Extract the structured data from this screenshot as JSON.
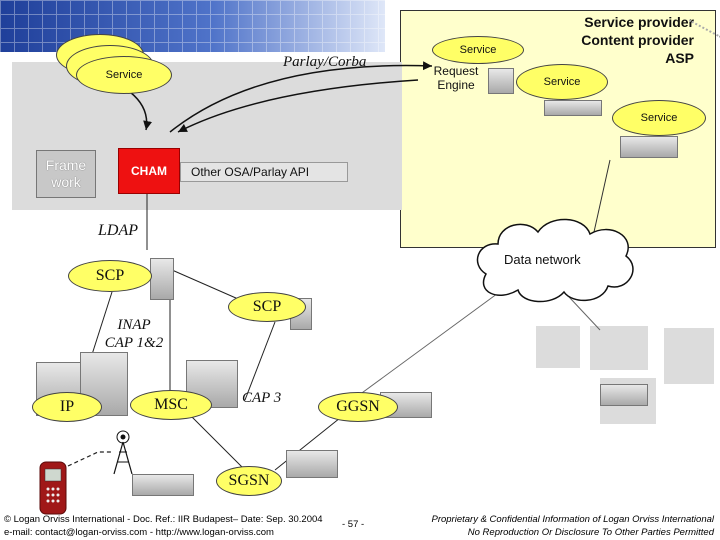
{
  "service_ellipses": {
    "left_stack": "Service",
    "request_top": "Service",
    "sp_right": "Service",
    "sp_lower": "Service"
  },
  "labels": {
    "parlay_corba": "Parlay/Corba",
    "request_engine": "Request\nEngine",
    "service_provider": "Service provider",
    "content_provider": "Content provider",
    "asp": "ASP",
    "framework": "Frame\nwork",
    "cham": "CHAM",
    "other_osa": "Other OSA/Parlay API",
    "ldap": "LDAP",
    "data_network": "Data network",
    "scp_left": "SCP",
    "scp_mid": "SCP",
    "inap": "INAP\nCAP 1&2",
    "ip": "IP",
    "msc": "MSC",
    "cap3": "CAP 3",
    "ggsn": "GGSN",
    "sgsn": "SGSN"
  },
  "footer": {
    "left_line1": "© Logan Orviss International - Doc. Ref.: IIR Budapest– Date: Sep. 30.2004",
    "page": "- 57 -",
    "left_line2": "e-mail: contact@logan-orviss.com - http://www.logan-orviss.com",
    "right_line1": "Proprietary & Confidential Information of Logan Orviss International",
    "right_line2": "No Reproduction Or Disclosure To Other Parties Permitted"
  },
  "colors": {
    "ellipse": "#ffff66",
    "cham": "#ee1111",
    "header_blue": "#1f3f9a"
  }
}
